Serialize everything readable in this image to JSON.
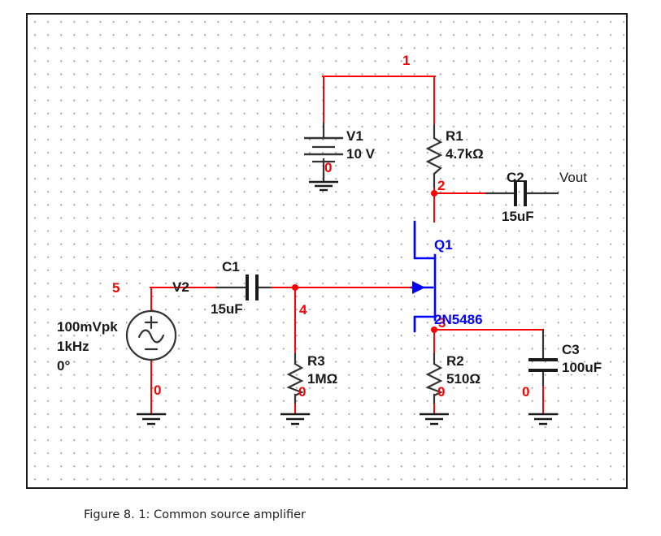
{
  "figure": {
    "caption": "Figure 8. 1: Common source amplifier"
  },
  "colors": {
    "wire_red": "#ff0000",
    "wire_black": "#333333",
    "device_blue": "#0000ff",
    "node_label_red": "#ff0000",
    "text_black": "#1a1a1a",
    "frame": "#1a1a1a",
    "grid_dot": "#8e8e8e",
    "background": "#ffffff"
  },
  "nodes": [
    {
      "id": "n1",
      "label": "1"
    },
    {
      "id": "n2",
      "label": "2"
    },
    {
      "id": "n3",
      "label": "3"
    },
    {
      "id": "n4",
      "label": "4"
    },
    {
      "id": "n5",
      "label": "5"
    },
    {
      "id": "gnd_v1",
      "label": "0"
    },
    {
      "id": "gnd_v2",
      "label": "0"
    },
    {
      "id": "gnd_r3",
      "label": "0"
    },
    {
      "id": "gnd_r2",
      "label": "0"
    },
    {
      "id": "gnd_c3",
      "label": "0"
    }
  ],
  "components": {
    "v1": {
      "ref": "V1",
      "value": "10 V",
      "type": "dc-voltage-source"
    },
    "v2": {
      "ref": "V2",
      "type": "ac-voltage-source",
      "amplitude": "100mVpk",
      "frequency": "1kHz",
      "phase": "0°"
    },
    "r1": {
      "ref": "R1",
      "value": "4.7kΩ",
      "type": "resistor"
    },
    "r2": {
      "ref": "R2",
      "value": "510Ω",
      "type": "resistor"
    },
    "r3": {
      "ref": "R3",
      "value": "1MΩ",
      "type": "resistor"
    },
    "c1": {
      "ref": "C1",
      "value": "15uF",
      "type": "capacitor"
    },
    "c2": {
      "ref": "C2",
      "value": "15uF",
      "type": "capacitor"
    },
    "c3": {
      "ref": "C3",
      "value": "100uF",
      "type": "capacitor"
    },
    "q1": {
      "ref": "Q1",
      "value": "2N5486",
      "type": "n-channel-jfet"
    }
  },
  "ports": {
    "vout": {
      "label": "Vout"
    }
  }
}
